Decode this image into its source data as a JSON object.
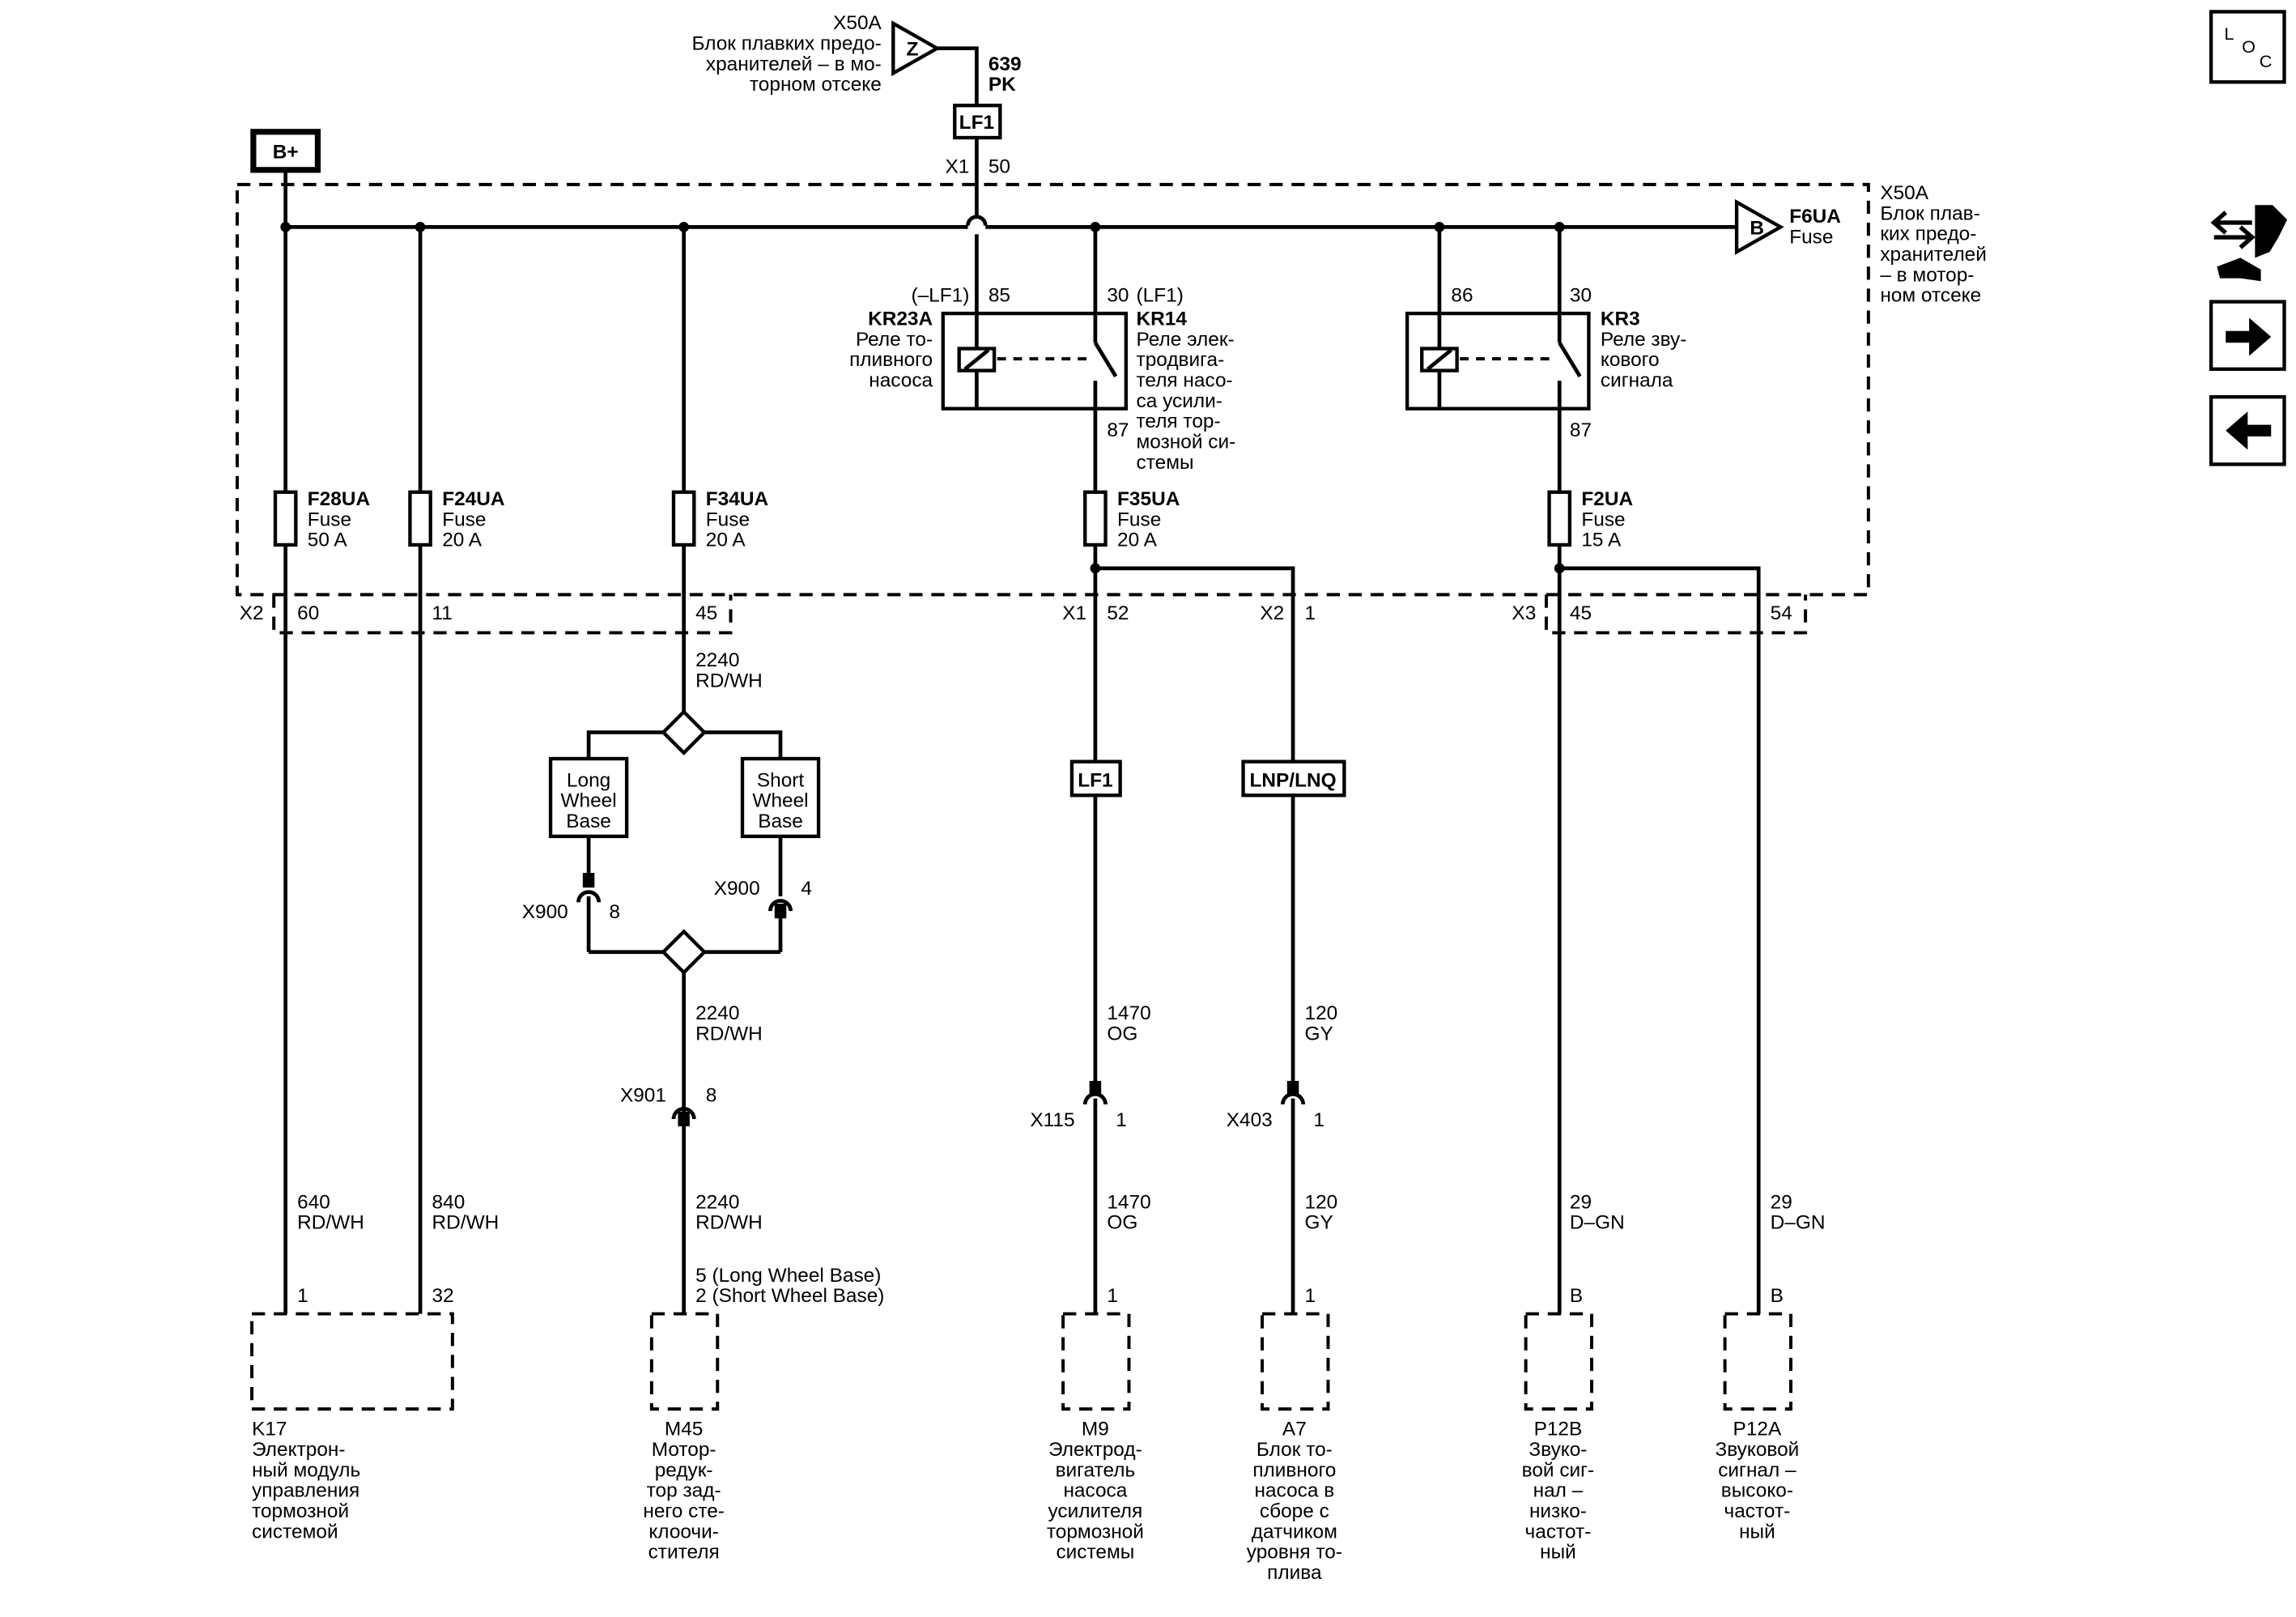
{
  "top_supply": {
    "connector": "X50A",
    "desc_lines": [
      "Блок плавких предо-",
      "хранителей – в мо-",
      "торном отсеке"
    ],
    "symbol": "Z",
    "wire_num": "639",
    "wire_color": "PK",
    "option": "LF1",
    "pin_connector": "X1",
    "pin": "50"
  },
  "battery": {
    "label": "B+"
  },
  "fuse_block": {
    "connector": "X50A",
    "desc_lines": [
      "Блок плав-",
      "ких предо-",
      "хранителей",
      "– в мотор-",
      "ном отсеке"
    ]
  },
  "f6ua": {
    "symbol": "B",
    "name": "F6UA",
    "sub": "Fuse"
  },
  "kr23a": {
    "pin_label": "(–LF1)",
    "pin": "85",
    "name": "KR23A",
    "desc_lines": [
      "Реле то-",
      "пливного",
      "насоса"
    ]
  },
  "kr14": {
    "pin_in": "30",
    "pin_label": "(LF1)",
    "pin_out": "87",
    "name": "KR14",
    "desc_lines": [
      "Реле элек-",
      "тродвига-",
      "теля насо-",
      "са усили-",
      "теля тор-",
      "мозной си-",
      "стемы"
    ]
  },
  "kr3": {
    "pin_coil": "86",
    "pin_in": "30",
    "pin_out": "87",
    "name": "KR3",
    "desc_lines": [
      "Реле зву-",
      "кового",
      "сигнала"
    ]
  },
  "fuses": [
    {
      "name": "F28UA",
      "sub": "Fuse",
      "rating": "50 A"
    },
    {
      "name": "F24UA",
      "sub": "Fuse",
      "rating": "20 A"
    },
    {
      "name": "F34UA",
      "sub": "Fuse",
      "rating": "20 A"
    },
    {
      "name": "F35UA",
      "sub": "Fuse",
      "rating": "20 A"
    },
    {
      "name": "F2UA",
      "sub": "Fuse",
      "rating": "15 A"
    }
  ],
  "block_pins": {
    "x2a": "X2",
    "p60": "60",
    "p11": "11",
    "p45a": "45",
    "x1": "X1",
    "p52": "52",
    "x2b": "X2",
    "p1": "1",
    "x3": "X3",
    "p45b": "45",
    "p54": "54"
  },
  "wiper_branch": {
    "wire_top": {
      "num": "2240",
      "color": "RD/WH"
    },
    "long_lines": [
      "Long",
      "Wheel",
      "Base"
    ],
    "short_lines": [
      "Short",
      "Wheel",
      "Base"
    ],
    "x900_left": "X900",
    "x900_left_pin": "8",
    "x900_right": "X900",
    "x900_right_pin": "4",
    "wire_mid": {
      "num": "2240",
      "color": "RD/WH"
    },
    "x901": "X901",
    "x901_pin": "8",
    "wire_bot": {
      "num": "2240",
      "color": "RD/WH"
    },
    "pin_long": "5 (Long Wheel Base)",
    "pin_short": "2 (Short Wheel Base)"
  },
  "pump_branch": {
    "option": "LF1",
    "wire_top": {
      "num": "1470",
      "color": "OG"
    },
    "conn": "X115",
    "conn_pin": "1",
    "wire_bot": {
      "num": "1470",
      "color": "OG"
    },
    "pin": "1"
  },
  "fuelpump_branch": {
    "option": "LNP/LNQ",
    "wire_top": {
      "num": "120",
      "color": "GY"
    },
    "conn": "X403",
    "conn_pin": "1",
    "wire_bot": {
      "num": "120",
      "color": "GY"
    },
    "pin": "1"
  },
  "k17_wires": [
    {
      "num": "640",
      "color": "RD/WH",
      "pin": "1"
    },
    {
      "num": "840",
      "color": "RD/WH",
      "pin": "32"
    }
  ],
  "horn_wires": [
    {
      "num": "29",
      "color": "D–GN",
      "pin": "B"
    },
    {
      "num": "29",
      "color": "D–GN",
      "pin": "B"
    }
  ],
  "components": [
    {
      "id": "K17",
      "desc_lines": [
        "Электрон-",
        "ный модуль",
        "управления",
        "тормозной",
        "системой"
      ]
    },
    {
      "id": "M45",
      "desc_lines": [
        "Мотор-",
        "редук-",
        "тор зад-",
        "него сте-",
        "клоочи-",
        "стителя"
      ]
    },
    {
      "id": "M9",
      "desc_lines": [
        "Электрод-",
        "вигатель",
        "насоса",
        "усилителя",
        "тормозной",
        "системы"
      ]
    },
    {
      "id": "A7",
      "desc_lines": [
        "Блок то-",
        "пливного",
        "насоса в",
        "сборе с",
        "датчиком",
        "уровня то-",
        "плива"
      ]
    },
    {
      "id": "P12B",
      "desc_lines": [
        "Звуко-",
        "вой сиг-",
        "нал –",
        "низко-",
        "частот-",
        "ный"
      ]
    },
    {
      "id": "P12A",
      "desc_lines": [
        "Звуковой",
        "сигнал –",
        "высоко-",
        "частот-",
        "ный"
      ]
    }
  ],
  "side_icons": {
    "loc": [
      "L",
      "O",
      "C"
    ]
  }
}
